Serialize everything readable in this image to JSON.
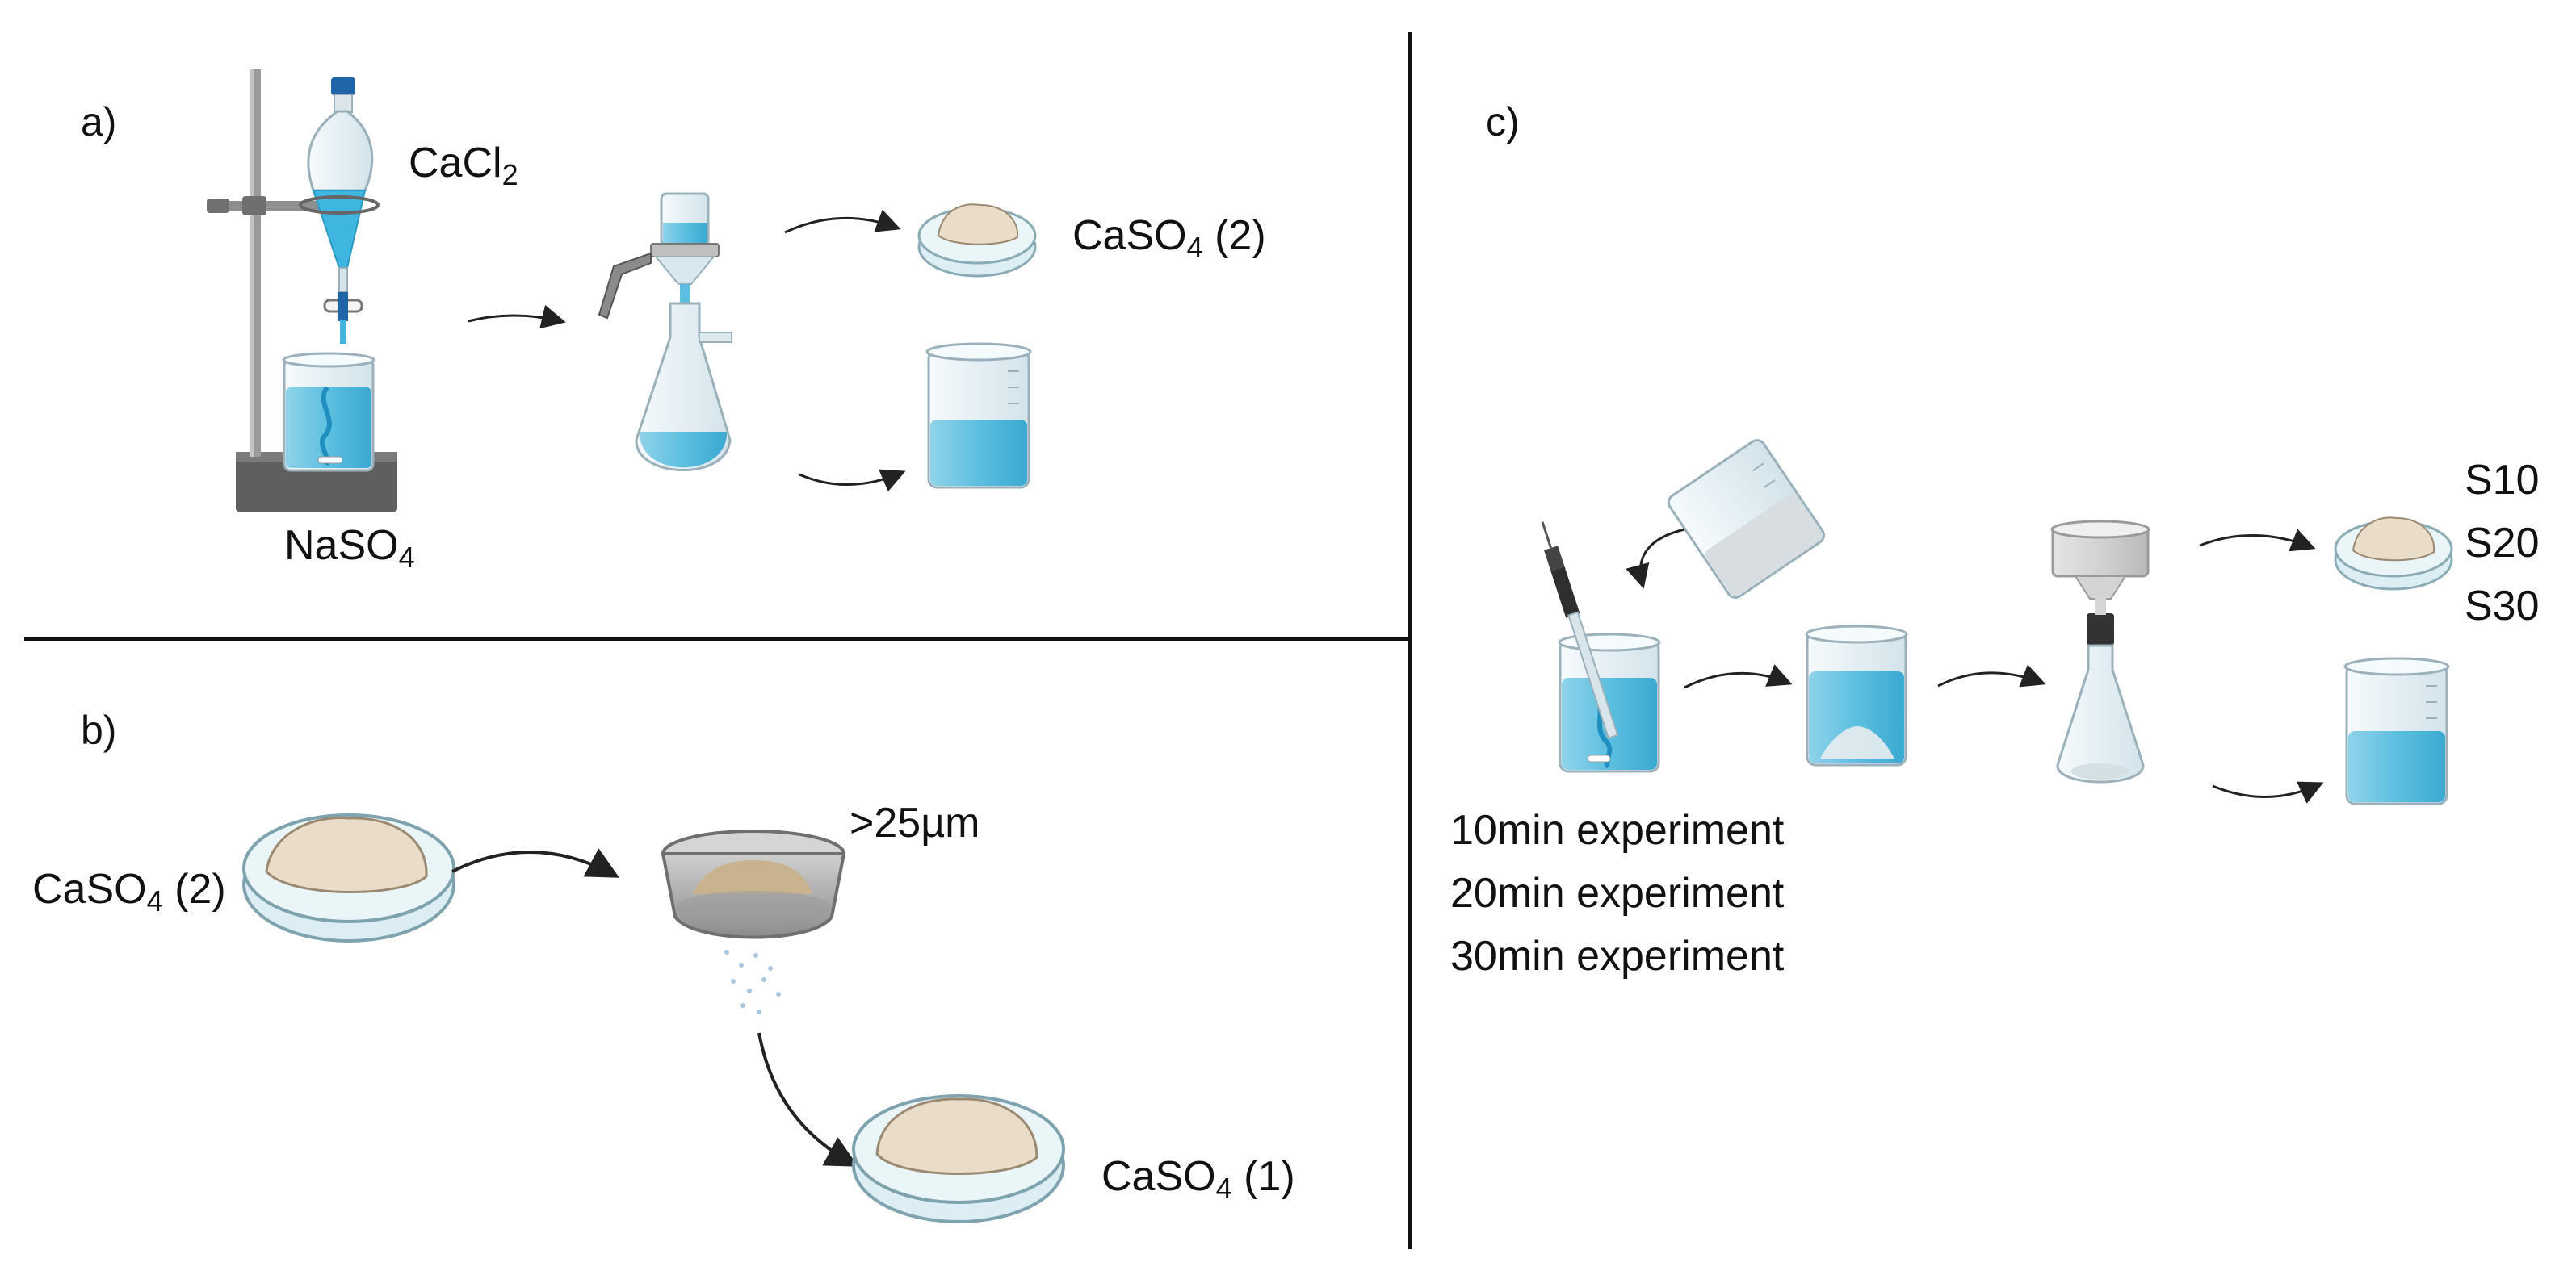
{
  "panels": {
    "a": {
      "tag": "a)",
      "reagent_top": {
        "base": "CaCl",
        "sub": "2",
        "tail": ""
      },
      "reagent_bottom": {
        "base": "NaSO",
        "sub": "4",
        "tail": ""
      },
      "product": {
        "base": "CaSO",
        "sub": "4",
        "tail": " (2)"
      }
    },
    "b": {
      "tag": "b)",
      "input": {
        "base": "CaSO",
        "sub": "4",
        "tail": " (2)"
      },
      "sieve_size": ">25µm",
      "output": {
        "base": "CaSO",
        "sub": "4",
        "tail": " (1)"
      }
    },
    "c": {
      "tag": "c)",
      "experiments": [
        "10min experiment",
        "20min experiment",
        "30min experiment"
      ],
      "samples": [
        "S10",
        "S20",
        "S30"
      ]
    }
  },
  "colors": {
    "liquid": "#6ec3e0",
    "liquid_dark": "#2aa6d0",
    "glass": "#eaf3f7",
    "glass_edge": "#9ab0bb",
    "powder": "#e9dcc8",
    "stand": "#5f5f5f",
    "arrow": "#222222",
    "divider": "#111111"
  }
}
